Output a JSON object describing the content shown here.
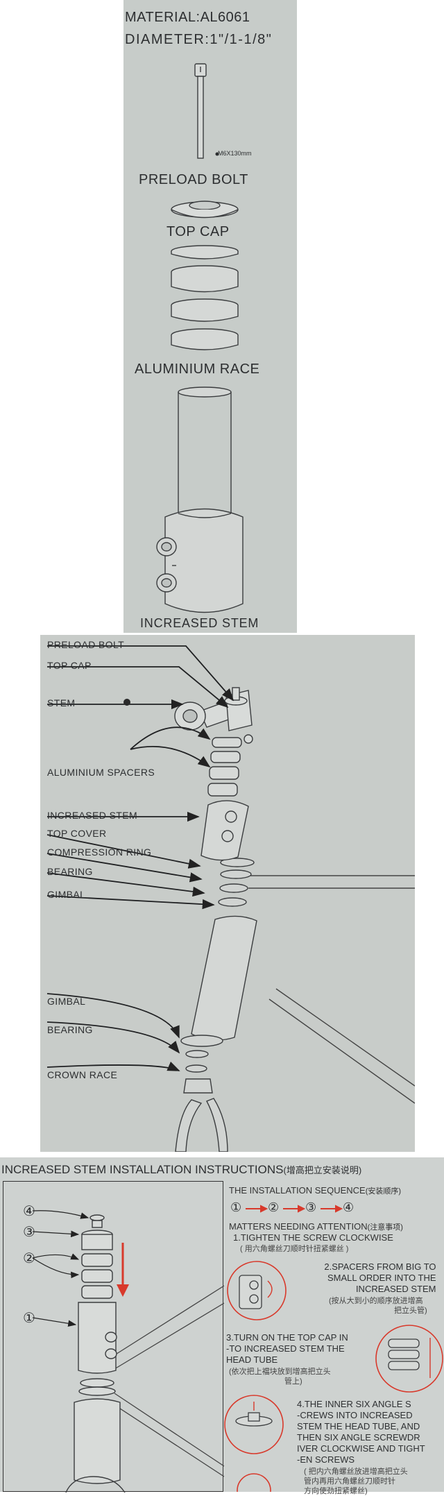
{
  "spec": {
    "material": "MATERIAL:AL6061",
    "diameter": "DIAMETER:1\"/1-1/8\""
  },
  "exploded": {
    "bolt_size": "M6X130mm",
    "preload_bolt": "PRELOAD BOLT",
    "top_cap": "TOP CAP",
    "aluminium_race": "ALUMINIUM RACE",
    "increased_stem": "INCREASED STEM"
  },
  "assembly_labels": [
    "PRELOAD BOLT",
    "TOP CAP",
    "STEM",
    "ALUMINIUM SPACERS",
    "INCREASED STEM",
    "TOP COVER",
    "COMPRESSION RING",
    "BEARING",
    "GIMBAL",
    "GIMBAL",
    "BEARING",
    "CROWN RACE"
  ],
  "instructions": {
    "title": "INCREASED STEM INSTALLATION INSTRUCTIONS",
    "title_cn": "(增高把立安装说明)",
    "sequence_title": "THE INSTALLATION SEQUENCE",
    "sequence_title_cn": "(安装顺序)",
    "sequence": [
      "①",
      "②",
      "③",
      "④"
    ],
    "attention": "MATTERS NEEDING ATTENTION",
    "attention_cn": "(注意事项)",
    "step1": "1.TIGHTEN THE SCREW CLOCKWISE",
    "step1_cn": "( 用六角螺丝刀顺时针扭紧螺丝 )",
    "step2": [
      "2.SPACERS FROM BIG TO",
      "SMALL ORDER INTO THE",
      "INCREASED STEM"
    ],
    "step2_cn": [
      "(按从大到小的顺序放进增高",
      "把立头管)"
    ],
    "step3": [
      "3.TURN ON THE TOP CAP IN",
      "-TO INCREASED STEM THE",
      "HEAD TUBE"
    ],
    "step3_cn": [
      "(依次把上襠块放到增高把立头",
      "管上)"
    ],
    "step4": [
      "4.THE INNER SIX ANGLE S",
      "-CREWS INTO INCREASED",
      "STEM THE HEAD TUBE, AND",
      "THEN SIX ANGLE SCREWDR",
      "IVER CLOCKWISE AND TIGHT",
      "-EN SCREWS"
    ],
    "step4_cn": [
      "( 把内六角螺丝放进增高把立头",
      "管内再用六角螺丝刀顺时针",
      "方向使劲扭紧螺丝)"
    ],
    "callouts": [
      "④",
      "③",
      "②",
      "①"
    ]
  }
}
